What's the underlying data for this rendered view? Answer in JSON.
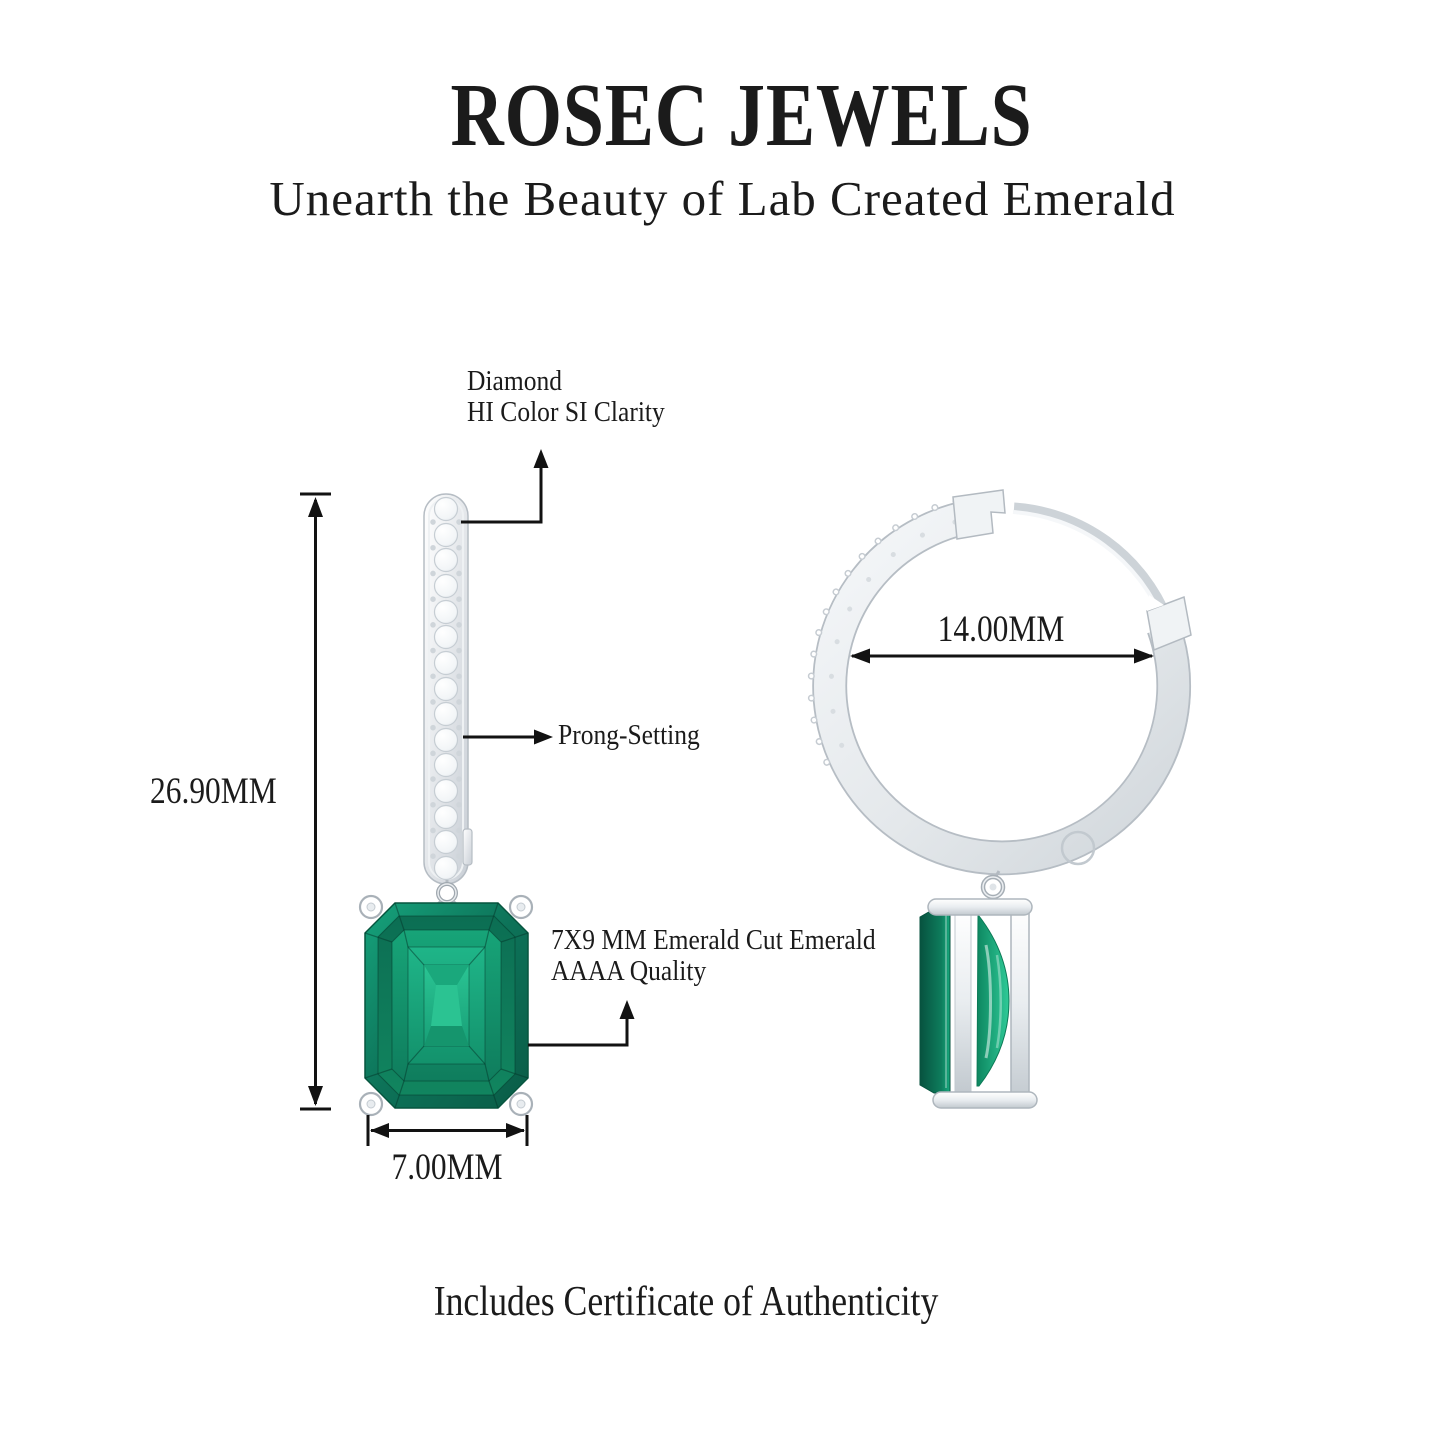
{
  "brand": {
    "title": "ROSEC JEWELS",
    "subtitle": "Unearth the Beauty of Lab Created Emerald"
  },
  "callouts": {
    "diamond_line1": "Diamond",
    "diamond_line2": "HI Color SI Clarity",
    "prong_setting": "Prong-Setting",
    "stone_line1": "7X9 MM Emerald Cut Emerald",
    "stone_line2": "AAAA Quality"
  },
  "measurements": {
    "drop_height": "26.90MM",
    "stone_width": "7.00MM",
    "hoop_inner_diameter": "14.00MM"
  },
  "footer_note": "Includes Certificate of Authenticity",
  "graphics": {
    "left_view": "hoop-earring-side-view-with-emerald-drop",
    "right_view": "hoop-earring-front-view-with-emerald-drop"
  },
  "colors": {
    "text": "#1b1b1b",
    "line": "#121212",
    "emerald_dark": "#0a5c47",
    "emerald_mid": "#0d8660",
    "emerald_bright": "#2fca97",
    "metal_light": "#fafbfc",
    "metal_shade": "#c3cad0"
  }
}
